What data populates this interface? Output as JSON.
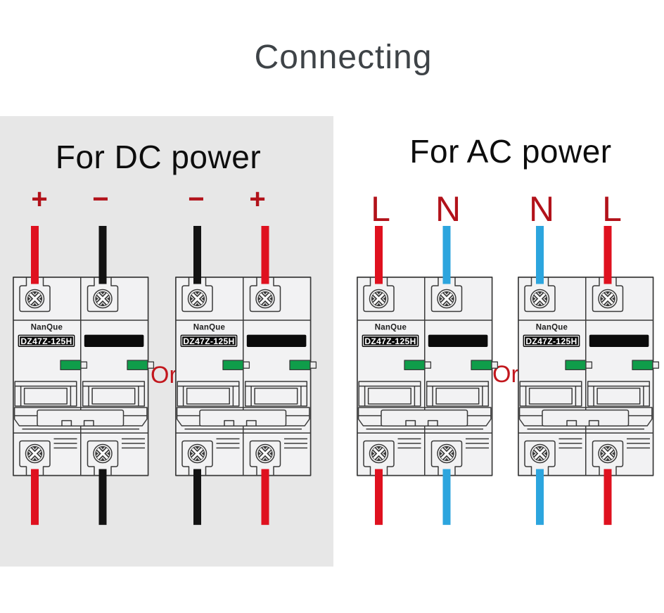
{
  "title": "Connecting",
  "product": {
    "brand": "NanQue",
    "model": "DZ47Z-125H"
  },
  "colors": {
    "page_bg": "#ffffff",
    "panel_bg": "#e7e7e7",
    "body_fill": "#f2f2f3",
    "line": "#3a3a3a",
    "black_bar": "#0b0b0b",
    "green": "#0f9d4a",
    "wire_red": "#df111f",
    "wire_blue": "#2ca5de",
    "wire_black": "#131313",
    "terminal_label_red": "#b2121a",
    "or_red": "#c2171d",
    "title_color": "#3e4347",
    "heading_color": "#0d0d0d"
  },
  "sections": {
    "dc": {
      "heading": "For DC power",
      "or_label": "Or",
      "terminal_labels": [
        "+",
        "−",
        "−",
        "+"
      ]
    },
    "ac": {
      "heading": "For AC power",
      "or_label": "Or",
      "terminal_labels": [
        "L",
        "N",
        "N",
        "L"
      ]
    }
  },
  "breakers": [
    {
      "id": "dc-wiring-option-1",
      "wire_colors": [
        "wire_red",
        "wire_black"
      ]
    },
    {
      "id": "dc-wiring-option-2",
      "wire_colors": [
        "wire_black",
        "wire_red"
      ]
    },
    {
      "id": "ac-wiring-option-1",
      "wire_colors": [
        "wire_red",
        "wire_blue"
      ]
    },
    {
      "id": "ac-wiring-option-2",
      "wire_colors": [
        "wire_blue",
        "wire_red"
      ]
    }
  ]
}
